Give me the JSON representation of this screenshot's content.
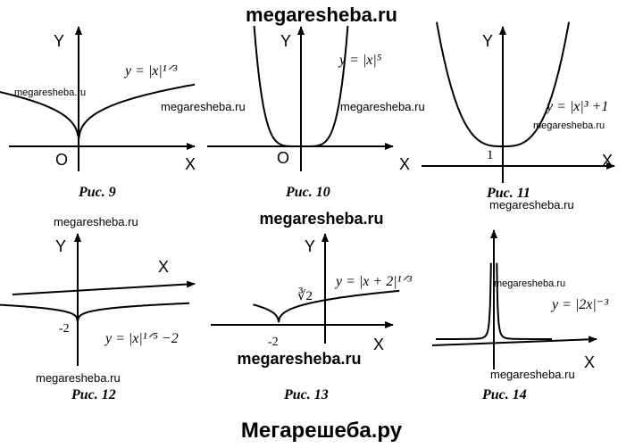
{
  "header_watermark": "megaresheba.ru",
  "footer_watermark": "Мегарешеба.ру",
  "middle_watermark": "megaresheba.ru",
  "mid13_watermark": "megaresheba.ru",
  "small_watermark": "megaresheba.ru",
  "figures": [
    {
      "caption": "Рис. 9",
      "formula": "y = |x|¹ᐟ³",
      "x_axis": "X",
      "y_axis": "Y",
      "origin": "O",
      "value_mark": ""
    },
    {
      "caption": "Рис. 10",
      "formula": "y = |x|⁵",
      "x_axis": "X",
      "y_axis": "Y",
      "origin": "O",
      "value_mark": ""
    },
    {
      "caption": "Рис. 11",
      "formula": "y = |x|³ +1",
      "x_axis": "X",
      "y_axis": "Y",
      "origin": "",
      "value_mark": "1"
    },
    {
      "caption": "Рис. 12",
      "formula": "y = |x|¹ᐟ⁵ −2",
      "x_axis": "X",
      "y_axis": "Y",
      "origin": "",
      "value_mark": "-2"
    },
    {
      "caption": "Рис. 13",
      "formula": "y = |x + 2|¹ᐟ³",
      "x_axis": "X",
      "y_axis": "Y",
      "origin": "",
      "value_mark": "-2",
      "y_mark": "∛2"
    },
    {
      "caption": "Рис. 14",
      "formula": "y = |2x|⁻³",
      "x_axis": "X",
      "y_axis": "",
      "origin": "",
      "value_mark": ""
    }
  ]
}
